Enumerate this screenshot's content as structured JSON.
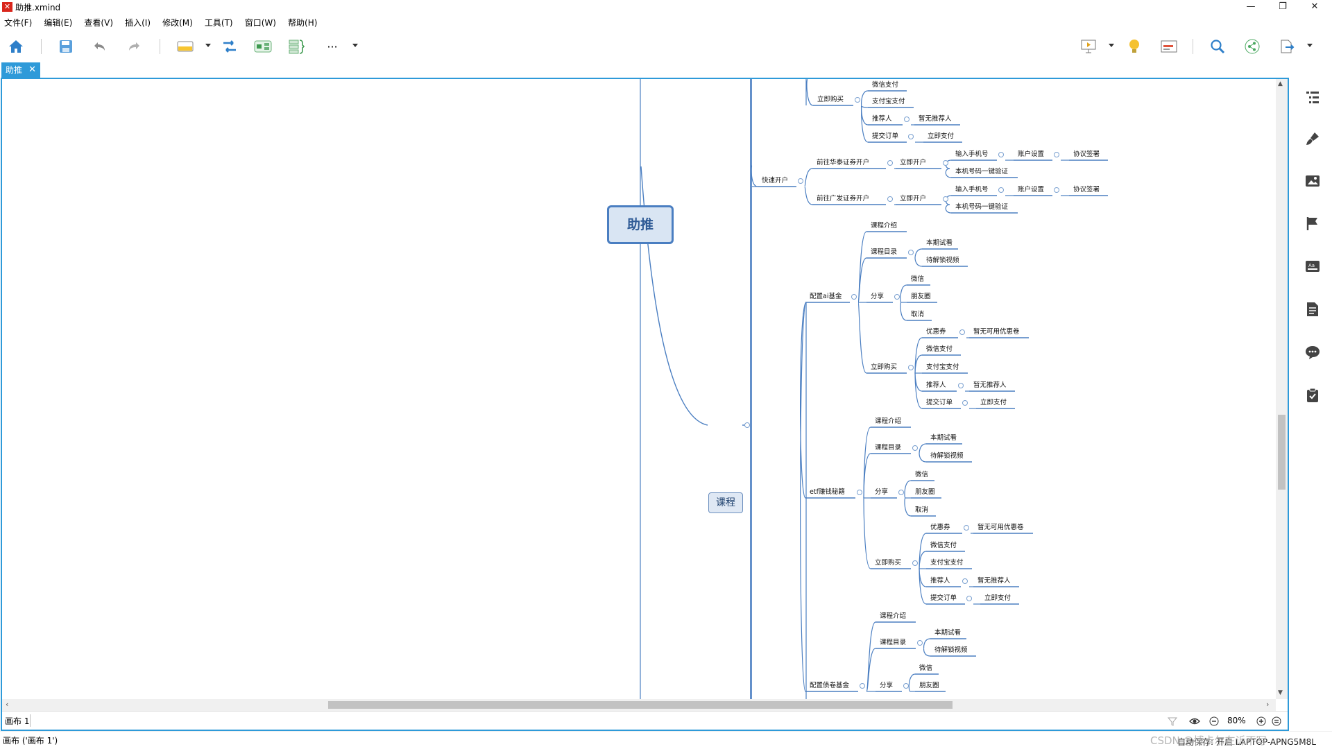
{
  "window": {
    "title": "助推.xmind",
    "minimize": "—",
    "maximize": "❐",
    "close": "✕"
  },
  "menu": [
    "文件(F)",
    "编辑(E)",
    "查看(V)",
    "插入(I)",
    "修改(M)",
    "工具(T)",
    "窗口(W)",
    "帮助(H)"
  ],
  "toolbar": {
    "more": "···"
  },
  "tab": {
    "label": "助推",
    "close": "✕"
  },
  "canvas": {
    "sheet_name": "画布 1",
    "zoom": "80%"
  },
  "status": {
    "left": "画布 ('画布 1')",
    "right": "自动保存: 开启   LAPTOP-APNG5M8L",
    "watermark": "CSDN @博卡尔在诉不写"
  },
  "mindmap": {
    "root": "助推",
    "main": "课程",
    "nodes": {
      "n1": "微信支付",
      "n2": "立即购买",
      "n3": "支付宝支付",
      "n4": "推荐人",
      "n5": "暂无推荐人",
      "n6": "提交订单",
      "n7": "立即支付",
      "n8": "快速开户",
      "n9": "前往华泰证券开户",
      "n10": "立即开户",
      "n11": "输入手机号",
      "n12": "账户设置",
      "n13": "协议签署",
      "n14": "本机号码一键验证",
      "n15": "前往广发证券开户",
      "n16": "立即开户",
      "n17": "输入手机号",
      "n18": "账户设置",
      "n19": "协议签署",
      "n20": "本机号码一键验证",
      "n21": "配置ai基金",
      "n22": "课程介绍",
      "n23": "课程目录",
      "n24": "本期试看",
      "n25": "待解锁视频",
      "n26": "分享",
      "n27": "微信",
      "n28": "朋友圈",
      "n29": "取消",
      "n30": "立即购买",
      "n31": "优惠券",
      "n32": "暂无可用优惠卷",
      "n33": "微信支付",
      "n34": "支付宝支付",
      "n35": "推荐人",
      "n36": "暂无推荐人",
      "n37": "提交订单",
      "n38": "立即支付",
      "n39": "etf赚钱秘籍",
      "n40": "课程介绍",
      "n41": "课程目录",
      "n42": "本期试看",
      "n43": "待解锁视频",
      "n44": "分享",
      "n45": "微信",
      "n46": "朋友圈",
      "n47": "取消",
      "n48": "立即购买",
      "n49": "优惠券",
      "n50": "暂无可用优惠卷",
      "n51": "微信支付",
      "n52": "支付宝支付",
      "n53": "推荐人",
      "n54": "暂无推荐人",
      "n55": "提交订单",
      "n56": "立即支付",
      "n57": "配置债卷基金",
      "n58": "课程介绍",
      "n59": "课程目录",
      "n60": "本期试看",
      "n61": "待解锁视频",
      "n62": "分享",
      "n63": "微信",
      "n64": "朋友圈"
    }
  },
  "colors": {
    "accent": "#2e9ad9",
    "branch": "#4a7ec1",
    "root_fill": "#d9e5f3"
  }
}
